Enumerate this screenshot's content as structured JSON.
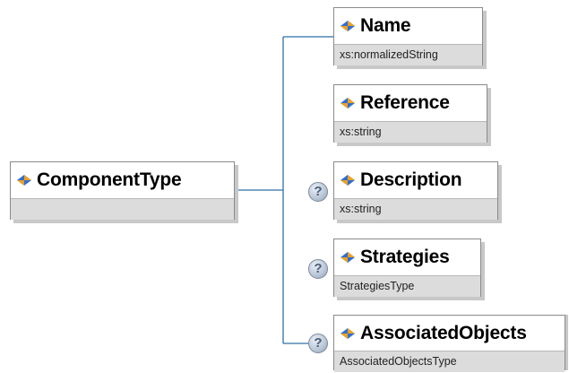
{
  "root": {
    "name": "ComponentType",
    "type": ""
  },
  "children": [
    {
      "name": "Name",
      "type": "xs:normalizedString",
      "optional": false
    },
    {
      "name": "Reference",
      "type": "xs:string",
      "optional": false
    },
    {
      "name": "Description",
      "type": "xs:string",
      "optional": true,
      "optional_marker": "?"
    },
    {
      "name": "Strategies",
      "type": "StrategiesType",
      "optional": true,
      "optional_marker": "?"
    },
    {
      "name": "AssociatedObjects",
      "type": "AssociatedObjectsType",
      "optional": true,
      "optional_marker": "?"
    }
  ],
  "colors": {
    "connector": "#2e6fa8",
    "node_border": "#8a8a8a",
    "type_band": "#dcdcdc",
    "icon_blue": "#2f6fd0",
    "icon_orange": "#f0a020"
  },
  "icons": {
    "element": "element-diamond-icon",
    "optional": "optional-question-icon"
  }
}
